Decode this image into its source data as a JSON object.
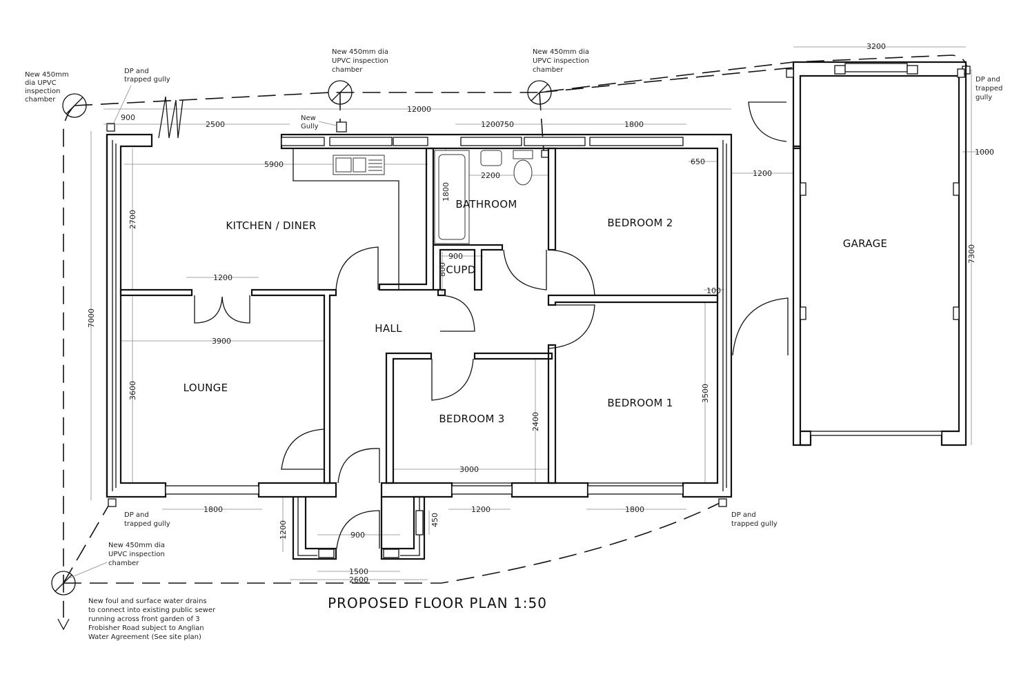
{
  "title": "PROPOSED FLOOR PLAN 1:50",
  "rooms": {
    "kitchen": "KITCHEN / DINER",
    "bathroom": "BATHROOM",
    "bedroom2": "BEDROOM 2",
    "garage": "GARAGE",
    "cupd": "CUPD",
    "hall": "HALL",
    "lounge": "LOUNGE",
    "bedroom3": "BEDROOM 3",
    "bedroom1": "BEDROOM 1"
  },
  "dims": {
    "d12000": "12000",
    "d900a": "900",
    "d2500": "2500",
    "d1200_750": "1200",
    "d750": "750",
    "d1800top": "1800",
    "d3200": "3200",
    "d1000": "1000",
    "d5900": "5900",
    "d2200": "2200",
    "d650": "650",
    "d1200garage": "1200",
    "d2700": "2700",
    "d1800bath": "1800",
    "d7300": "7300",
    "d900cupd": "900",
    "d800": "800",
    "d100": "100",
    "d1200lounge": "1200",
    "d7000": "7000",
    "d3900": "3900",
    "d3600": "3600",
    "d3500": "3500",
    "d2400": "2400",
    "d3000": "3000",
    "d1800bl": "1800",
    "d1200porch": "1200",
    "d900porch": "900",
    "d450": "450",
    "d1200b3": "1200",
    "d1800br": "1800",
    "d1500": "1500",
    "d2600": "2600"
  },
  "notes": {
    "ic_left": [
      "New 450mm",
      "dia UPVC",
      "inspection",
      "chamber"
    ],
    "dp_topleft": [
      "DP and",
      "trapped gully"
    ],
    "ic_mid": [
      "New 450mm dia",
      "UPVC inspection",
      "chamber"
    ],
    "gully": [
      "New",
      "Gully"
    ],
    "ic_right": [
      "New 450mm dia",
      "UPVC inspection",
      "chamber"
    ],
    "dp_topright": [
      "DP and",
      "trapped",
      "gully"
    ],
    "dp_botleft": [
      "DP and",
      "trapped gully"
    ],
    "ic_botleft": [
      "New 450mm dia",
      "UPVC inspection",
      "chamber"
    ],
    "dp_botright": [
      "DP and",
      "trapped gully"
    ],
    "drains": [
      "New foul and surface water drains",
      "to connect into existing public sewer",
      "running across front garden of 3",
      "Frobisher Road subject to Anglian",
      "Water Agreement (See site plan)"
    ]
  }
}
